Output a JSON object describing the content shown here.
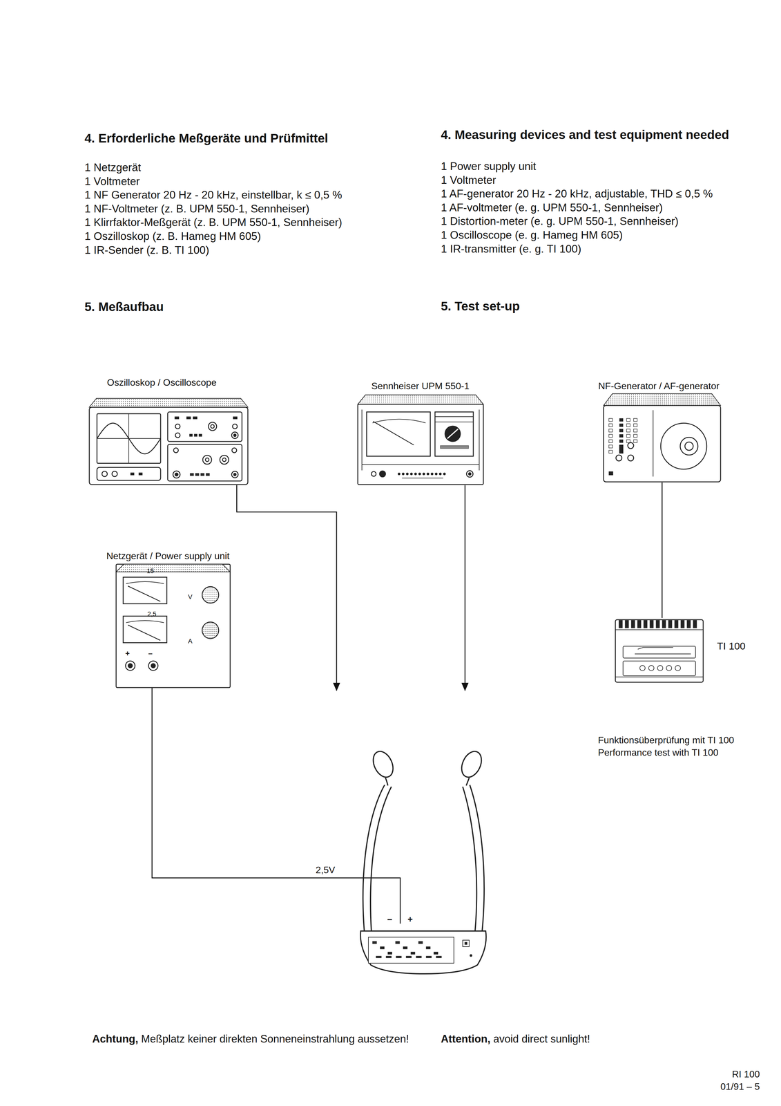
{
  "diagram": {
    "nodes": [
      {
        "text": [
          "Oszilloskop / Oscilloscope"
        ]
      },
      {
        "text": [
          "Sennheiser UPM 550-1"
        ]
      },
      {
        "text": [
          "NF-Generator / AF-generator"
        ]
      },
      {
        "text": [
          "Netzgerät / Power supply unit"
        ]
      },
      {
        "text": [
          "TI 100"
        ]
      },
      {
        "text": [
          "–",
          "+"
        ]
      }
    ],
    "edges": [
      {
        "from": 0,
        "to": 5,
        "arrow": "to"
      },
      {
        "from": 1,
        "to": 5,
        "arrow": "to"
      },
      {
        "from": 2,
        "to": 4,
        "arrow": "none"
      },
      {
        "from": 3,
        "to": 5,
        "label": "2,5V",
        "arrow": "none"
      }
    ],
    "labels": [
      "4. Erforderliche Meßgeräte und Prüfmittel",
      "4. Measuring devices and test equipment needed",
      "1 Netzgerät",
      "1 Voltmeter",
      "1 NF Generator 20 Hz - 20 kHz, einstellbar, k ≤ 0,5 %",
      "1 NF-Voltmeter (z. B. UPM 550-1, Sennheiser)",
      "1 Klirrfaktor-Meßgerät (z. B. UPM 550-1, Sennheiser)",
      "1 Oszilloskop (z. B. Hameg HM 605)",
      "1 IR-Sender (z. B. TI 100)",
      "1 Power supply unit",
      "1 Voltmeter",
      "1 AF-generator 20 Hz - 20 kHz, adjustable, THD ≤ 0,5 %",
      "1 AF-voltmeter (e. g. UPM 550-1, Sennheiser)",
      "1 Distortion-meter (e. g. UPM 550-1, Sennheiser)",
      "1 Oscilloscope (e. g. Hameg HM 605)",
      "1 IR-transmitter (e. g. TI 100)",
      "5. Meßaufbau",
      "5. Test set-up",
      "15",
      "V",
      "2,5",
      "A",
      "+",
      "–",
      "Funktionsüberprüfung mit TI 100",
      "Performance test with TI 100",
      "Achtung,",
      "Meßplatz keiner direkten Sonneneinstrahlung aussetzen!",
      "Attention,",
      "avoid direct sunlight!",
      "RI 100",
      "01/91 – 5"
    ]
  }
}
